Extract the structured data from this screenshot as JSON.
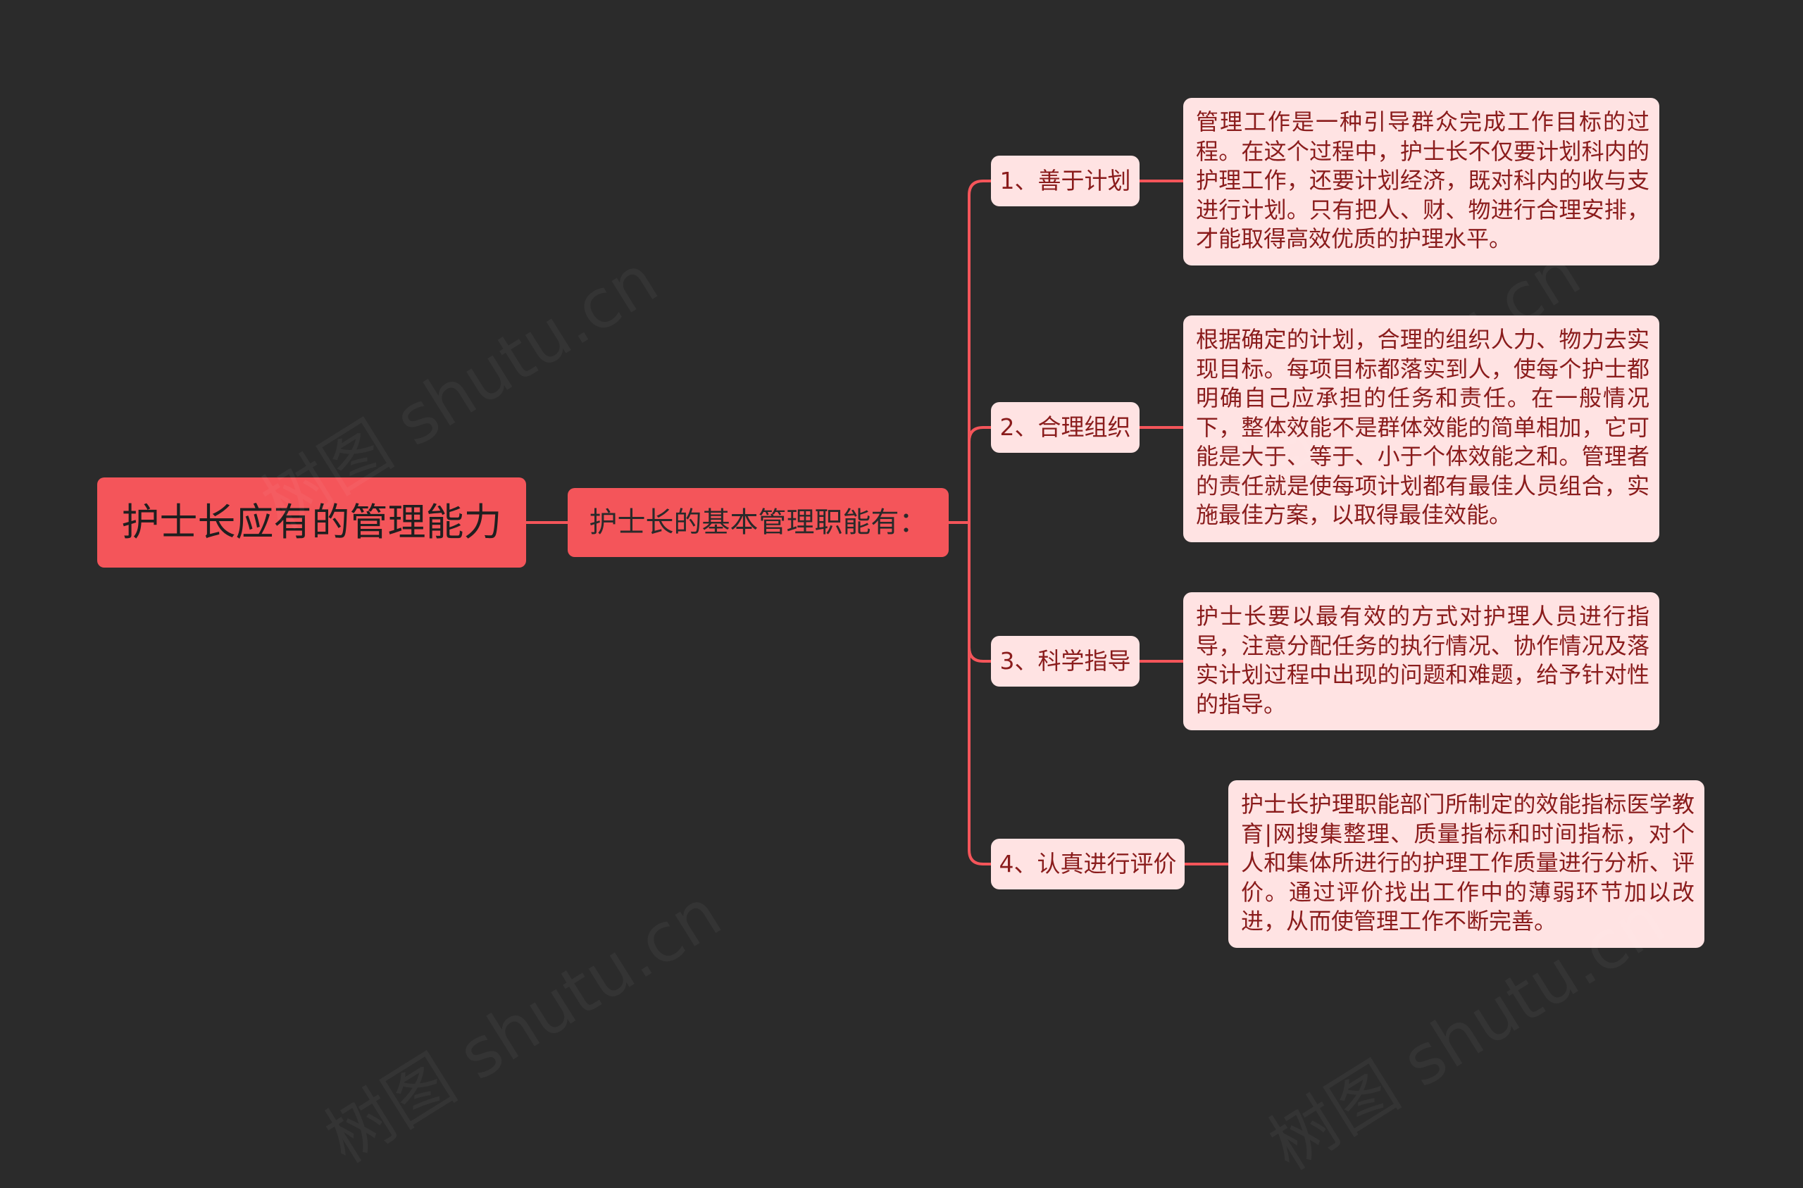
{
  "root": {
    "label": "护士长应有的管理能力"
  },
  "sub": {
    "label": "护士长的基本管理职能有："
  },
  "branches": [
    {
      "label": "1、善于计划",
      "detail": "管理工作是一种引导群众完成工作目标的过程。在这个过程中，护士长不仅要计划科内的护理工作，还要计划经济，既对科内的收与支进行计划。只有把人、财、物进行合理安排，才能取得高效优质的护理水平。"
    },
    {
      "label": "2、合理组织",
      "detail": "根据确定的计划，合理的组织人力、物力去实现目标。每项目标都落实到人，使每个护士都明确自己应承担的任务和责任。在一般情况下，整体效能不是群体效能的简单相加，它可能是大于、等于、小于个体效能之和。管理者的责任就是使每项计划都有最佳人员组合，实施最佳方案，以取得最佳效能。"
    },
    {
      "label": "3、科学指导",
      "detail": "护士长要以最有效的方式对护理人员进行指导，注意分配任务的执行情况、协作情况及落实计划过程中出现的问题和难题，给予针对性的指导。"
    },
    {
      "label": "4、认真进行评价",
      "detail": "护士长护理职能部门所制定的效能指标医学教育|网搜集整理、质量指标和时间指标，对个人和集体所进行的护理工作质量进行分析、评价。通过评价找出工作中的薄弱环节加以改进，从而使管理工作不断完善。"
    }
  ],
  "colors": {
    "background": "#2b2b2b",
    "main_node": "#f4555a",
    "sub_node": "#ffe3e3",
    "connector": "#f4555a",
    "sub_text": "#8a1c1c"
  }
}
